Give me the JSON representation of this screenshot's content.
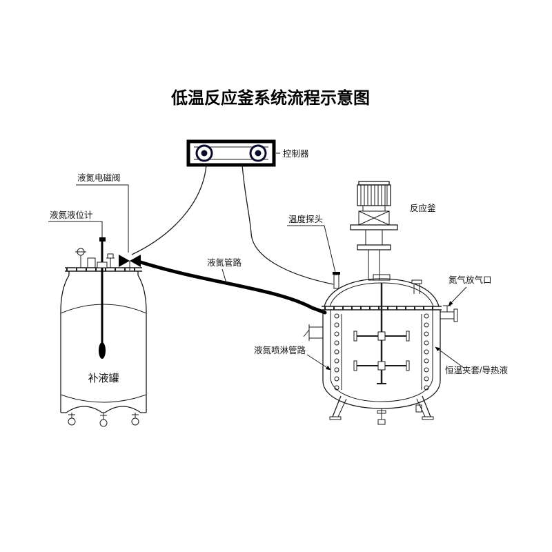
{
  "title": "低温反应釜系统流程示意图",
  "labels": {
    "controller": "控制器",
    "ln2_solenoid_valve": "液氮电磁阀",
    "ln2_level_gauge": "液氮液位计",
    "temperature_probe": "温度探头",
    "reactor": "反应釜",
    "ln2_pipeline": "液氮管路",
    "n2_vent": "氮气放气口",
    "ln2_spray_pipeline": "液氮喷淋管路",
    "jacket": "恒温夹套/导热液",
    "refill_tank": "补液罐"
  },
  "colors": {
    "line": "#1a1a1a",
    "fill": "#000000",
    "background": "#ffffff"
  }
}
